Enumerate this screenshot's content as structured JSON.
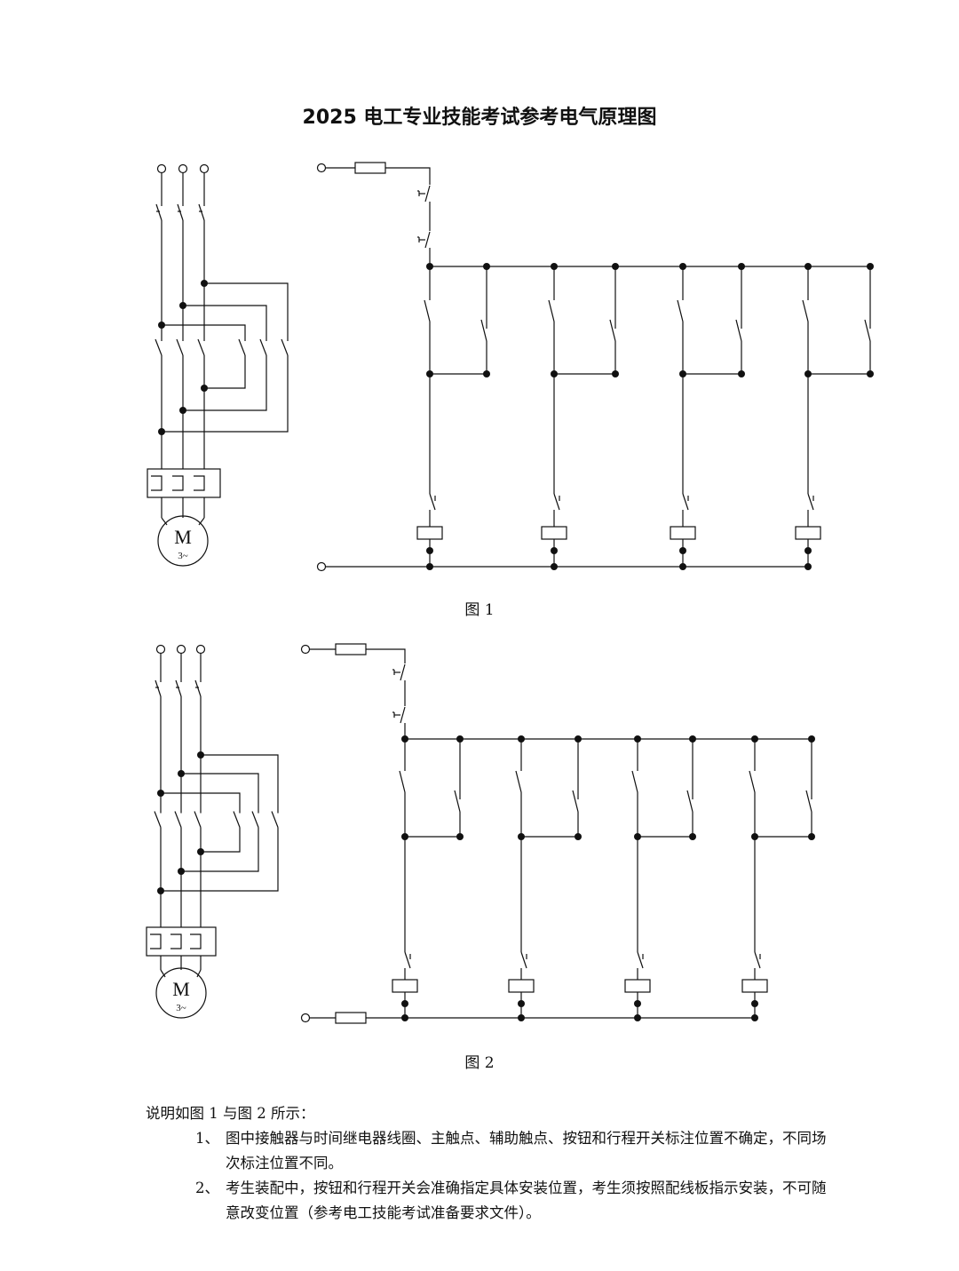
{
  "title": "2025 电工专业技能考试参考电气原理图",
  "motor": {
    "letter": "M",
    "phase": "3~"
  },
  "figures": [
    {
      "caption": "图 1"
    },
    {
      "caption": "图 2"
    }
  ],
  "notes": {
    "intro": "说明如图 1 与图 2 所示：",
    "items": [
      {
        "num": "1、",
        "text": "图中接触器与时间继电器线圈、主触点、辅助触点、按钮和行程开关标注位置不确定，不同场次标注位置不同。"
      },
      {
        "num": "2、",
        "text": "考生装配中，按钮和行程开关会准确指定具体安装位置，考生须按照配线板指示安装，不可随意改变位置（参考电工技能考试准备要求文件）。"
      }
    ]
  }
}
